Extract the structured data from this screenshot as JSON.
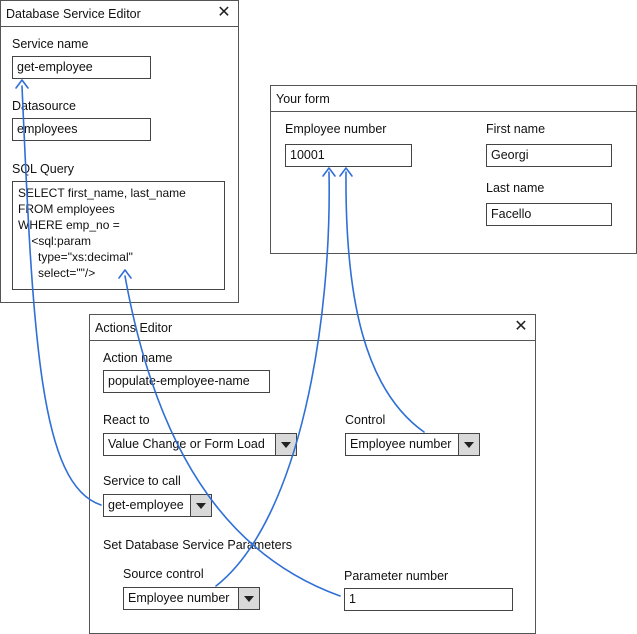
{
  "db_editor": {
    "title": "Database Service Editor",
    "close_glyph": "✕",
    "service_name_label": "Service name",
    "service_name_value": "get-employee",
    "datasource_label": "Datasource",
    "datasource_value": "employees",
    "sql_label": "SQL Query",
    "sql_lines": [
      "SELECT first_name, last_name",
      "FROM employees",
      "WHERE emp_no =",
      "    <sql:param",
      "      type=\"xs:decimal\"",
      "      select=\"\"/>"
    ]
  },
  "form": {
    "title": "Your form",
    "employee_number_label": "Employee number",
    "employee_number_value": "10001",
    "first_name_label": "First name",
    "first_name_value": "Georgi",
    "last_name_label": "Last name",
    "last_name_value": "Facello"
  },
  "actions_editor": {
    "title": "Actions Editor",
    "close_glyph": "✕",
    "action_name_label": "Action name",
    "action_name_value": "populate-employee-name",
    "react_to_label": "React to",
    "react_to_value": "Value Change or Form Load",
    "control_label": "Control",
    "control_value": "Employee number",
    "service_label": "Service to call",
    "service_value": "get-employee",
    "params_heading": "Set Database Service Parameters",
    "source_control_label": "Source control",
    "source_control_value": "Employee number",
    "param_number_label": "Parameter number",
    "param_number_value": "1"
  },
  "colors": {
    "connector": "#2f6fd6",
    "border": "#555555",
    "dropdown_button": "#d9d9d9"
  },
  "icons": {
    "close": "close-icon",
    "dropdown": "chevron-down-icon",
    "arrowhead": "arrowhead-icon"
  }
}
